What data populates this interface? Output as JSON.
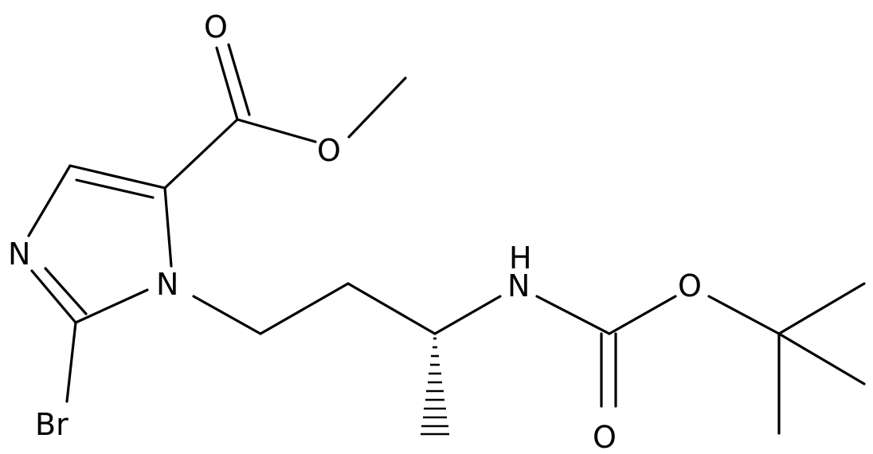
{
  "colors": {
    "bond": "#000000",
    "label": "#000000",
    "background": "#ffffff"
  },
  "atoms": {
    "carbonyl_oxygen_ester": "O",
    "ester_oxygen": "O",
    "ring_nitrogen_3": "N",
    "ring_nitrogen_1": "N",
    "bromine": "Br",
    "amide_hydrogen": "H",
    "amide_nitrogen": "N",
    "carbamate_oxygen": "O",
    "carbamate_carbonyl_oxygen": "O"
  },
  "stereo": {
    "wedge_type": "hashed"
  }
}
